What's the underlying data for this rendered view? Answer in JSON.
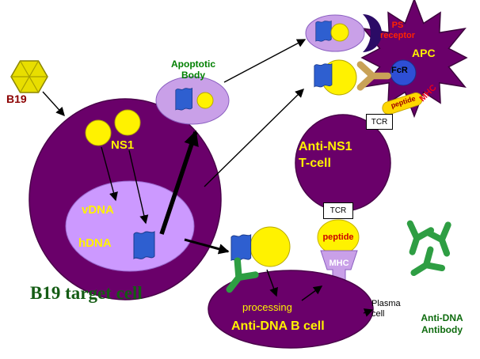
{
  "diagram": {
    "virus": {
      "label": "B19"
    },
    "target_cell": {
      "ns1": "NS1",
      "vdna": "vDNA",
      "hdna": "hDNA",
      "caption": "B19 target cell"
    },
    "apoptotic_body": {
      "line1": "Apoptotic",
      "line2": "Body"
    },
    "apc": {
      "label": "APC",
      "ps_line1": "PS",
      "ps_line2": "receptor",
      "fcr": "FcR",
      "mhc": "MHC",
      "peptide": "peptide",
      "tcr": "TCR"
    },
    "t_cell": {
      "line1": "Anti-NS1",
      "line2": "T-cell",
      "tcr": "TCR",
      "peptide": "peptide",
      "mhc": "MHC"
    },
    "b_cell": {
      "processing": "processing",
      "label": "Anti-DNA B cell"
    },
    "plasma_cell": {
      "line1": "Plasma",
      "line2": "cell"
    },
    "antibody_label": {
      "line1": "Anti-DNA",
      "line2": "Antibody"
    }
  },
  "colors": {
    "cell_purple": "#6A006A",
    "nucleus_lavender": "#CC99FF",
    "vesicle_lavender": "#C9A0E8",
    "yellow": "#FFF200",
    "dna_blue": "#2E5FD0",
    "antibody_green": "#2E9E43",
    "fcr_blue": "#2E4FD6",
    "crescent_indigo": "#2B0B66",
    "label_red": "#FF2200",
    "caption_green": "#145C14",
    "b19_dark_red": "#8B0000"
  }
}
